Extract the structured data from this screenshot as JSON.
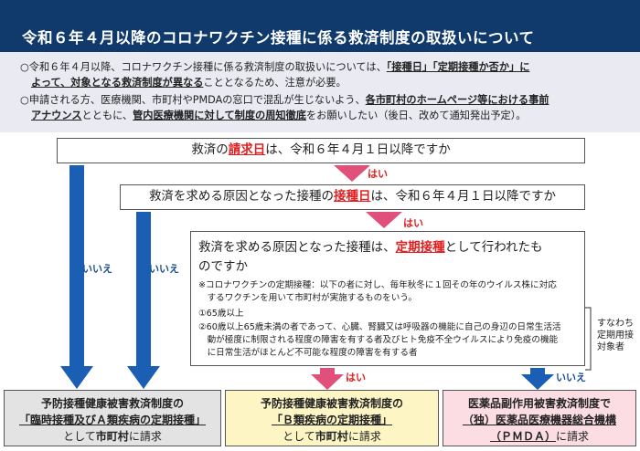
{
  "title": "令和６年４月以降のコロナワクチン接種に係る救済制度の取扱いについて",
  "intro": {
    "line1_a": "○令和６年４月以降、コロナワクチン接種に係る救済制度の取扱いについては、",
    "line1_b": "「接種日」「定期接種か否か」に",
    "line2_a": "よって、対象となる救済制度が異なる",
    "line2_b": "こととなるため、注意が必要。",
    "line3_a": "○申請される方、医療機関、市町村やPMDAの窓口で混乱が生じないよう、",
    "line3_b": "各市町村のホームページ等における事前",
    "line4_a": "アナウンス",
    "line4_b": "とともに、",
    "line4_c": "管内医療機関に対して制度の周知徹底",
    "line4_d": "をお願いしたい（後日、改めて通知発出予定）。"
  },
  "q1": {
    "a": "救済の",
    "b": "請求日",
    "c": "は、令和６年４月１日以降ですか"
  },
  "q2": {
    "a": "救済を求める原因となった接種の",
    "b": "接種日",
    "c": "は、令和６年４月１日以降ですか"
  },
  "q3": {
    "a": "救済を求める原因となった接種は、",
    "b": "定期接種",
    "c": "として行われたも",
    "d": "のですか"
  },
  "note": {
    "l1": "※コロナワクチンの定期接種：以下の者に対し、毎年秋冬に１回その年のウイルス株に対応",
    "l2": "　するワクチンを用いて市町村が実施するものをいう。",
    "l3": "①65歳以上",
    "l4": "②60歳以上65歳未満の者であって、心臓、腎臓又は呼吸器の機能に自己の身辺の日常生活活",
    "l5": "　動が極度に制限される程度の障害を有する者及びヒト免疫不全ウイルスにより免疫の機能",
    "l6": "　に日常生活がほとんど不可能な程度の障害を有する者"
  },
  "side": {
    "l1": "すなわち",
    "l2": "定期用接",
    "l3": "対象者"
  },
  "labels": {
    "yes": "はい",
    "no": "いいえ"
  },
  "results": {
    "r1": {
      "l1": "予防接種健康被害救済制度の",
      "l2": "「臨時接種及びＡ類疾病の定期接種」",
      "l3a": "として",
      "l3b": "市町村",
      "l3c": "に請求"
    },
    "r2": {
      "l1": "予防接種健康被害救済制度の",
      "l2": "「Ｂ類疾病の定期接種」",
      "l3a": "として",
      "l3b": "市町村",
      "l3c": "に請求"
    },
    "r3": {
      "l1": "医薬品副作用被害救済制度で",
      "l2": "（独）医薬品医療機器総合機構",
      "l3a": "（ＰＭＤＡ）",
      "l3b": "に請求"
    }
  },
  "colors": {
    "title_bg": "#0f3a6b",
    "intro_bg": "#e9eaf2",
    "yes_arrow": "#e0507a",
    "no_arrow": "#1a5fb4",
    "r1_bg": "#e3e3e3",
    "r2_bg": "#fdf6c4",
    "r3_bg": "#fcdde4"
  }
}
